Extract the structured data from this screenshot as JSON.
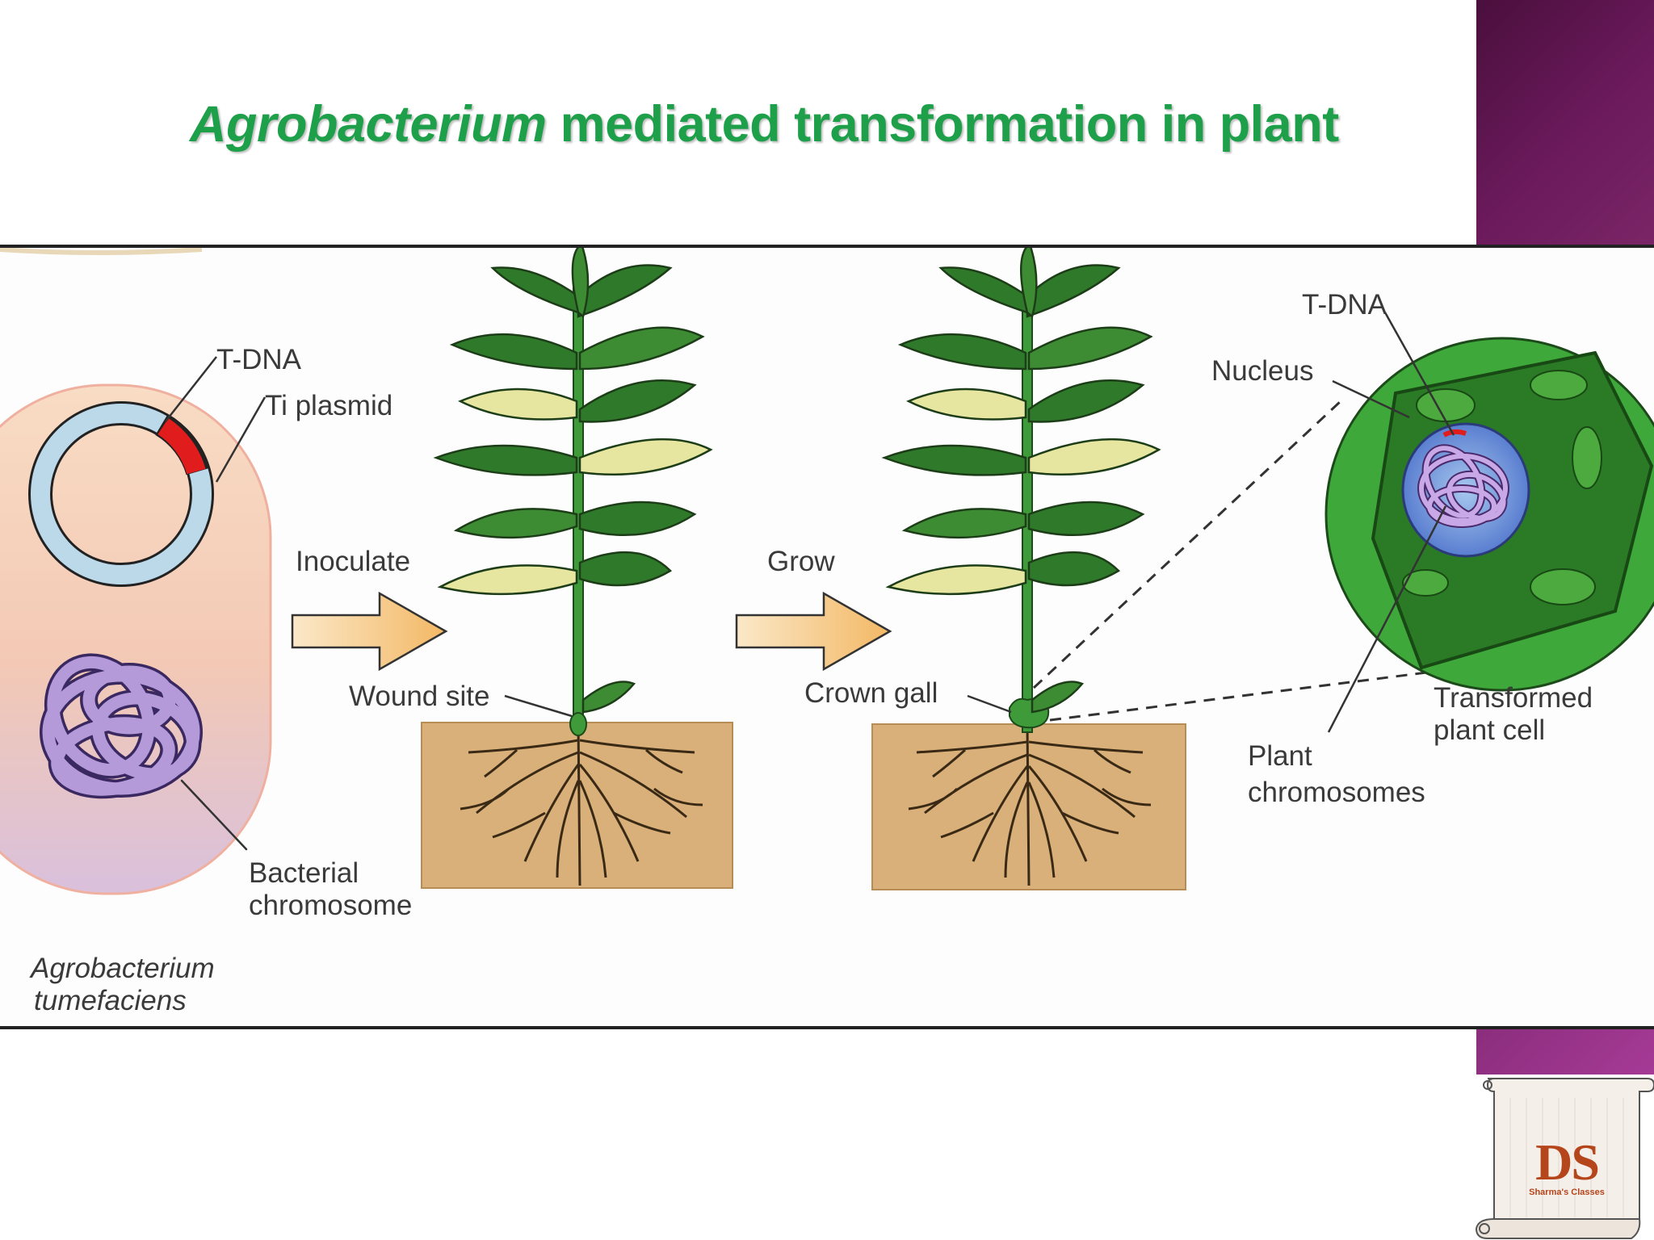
{
  "slide": {
    "title_italic": "Agrobacterium",
    "title_rest": " mediated transformation in plant"
  },
  "diagram": {
    "labels": {
      "tdna_left": "T-DNA",
      "ti_plasmid": "Ti plasmid",
      "inoculate": "Inoculate",
      "grow": "Grow",
      "wound_site": "Wound site",
      "crown_gall": "Crown gall",
      "bacterial_chromosome_1": "Bacterial",
      "bacterial_chromosome_2": "chromosome",
      "organism_1": "Agrobacterium",
      "organism_2": "tumefaciens",
      "tdna_right": "T-DNA",
      "nucleus": "Nucleus",
      "transformed_1": "Transformed",
      "transformed_2": "plant cell",
      "plant_chrom_1": "Plant",
      "plant_chrom_2": "chromosomes"
    }
  },
  "logo": {
    "initials": "DS",
    "subtitle": "Sharma's Classes"
  },
  "colors": {
    "title_green": "#1ea04a",
    "band_purple": "#5a1449",
    "tdna_red": "#d42020",
    "soil": "#d9b07a"
  }
}
